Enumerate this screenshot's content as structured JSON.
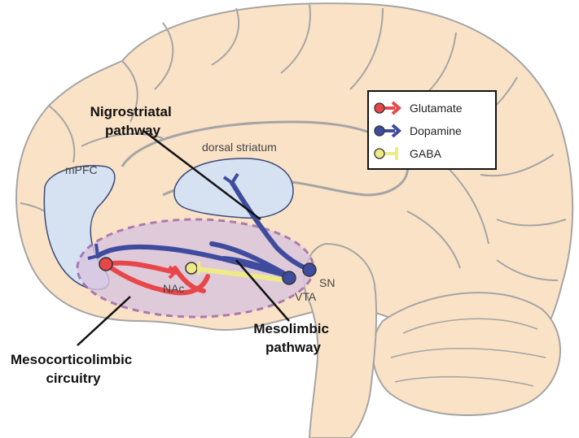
{
  "colors": {
    "brain_fill": "#fae2c6",
    "brain_stroke": "#a5a5a5",
    "striatum_fill": "#d6e2f1",
    "ellipse_fill": "#d9c5e0",
    "ellipse_stroke": "#9a5fa8",
    "glutamate": "#e8474a",
    "dopamine": "#3f4c9e",
    "gaba": "#eeeb86"
  },
  "regions": {
    "mpfc": "mPFC",
    "dorsal_striatum": "dorsal striatum",
    "nac": "NAc",
    "vta": "VTA",
    "sn": "SN"
  },
  "callouts": {
    "nigrostriatal_line1": "Nigrostriatal",
    "nigrostriatal_line2": "pathway",
    "mesolimbic_line1": "Mesolimbic",
    "mesolimbic_line2": "pathway",
    "mesocorticolimbic_line1": "Mesocorticolimbic",
    "mesocorticolimbic_line2": "circuitry"
  },
  "legend": {
    "items": [
      {
        "label": "Glutamate",
        "icon": "glutamate-synapse-icon"
      },
      {
        "label": "Dopamine",
        "icon": "dopamine-synapse-icon"
      },
      {
        "label": "GABA",
        "icon": "gaba-synapse-icon"
      }
    ]
  }
}
